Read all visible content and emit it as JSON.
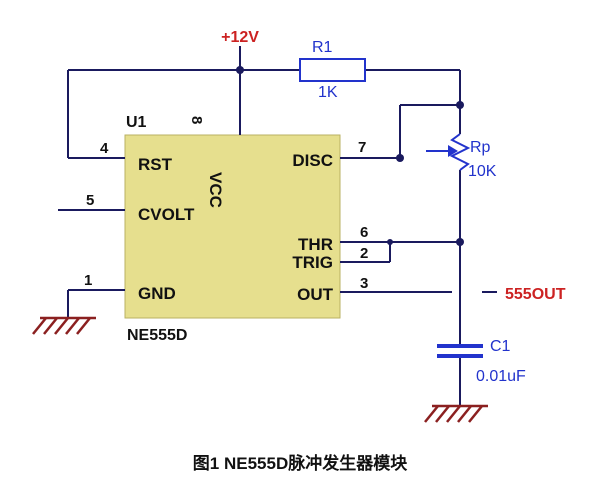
{
  "figure": {
    "caption": "图1 NE555D脉冲发生器模块"
  },
  "colors": {
    "background": "#ffffff",
    "wire": "#1a1a5e",
    "chip": "#e6df8e",
    "chip_border": "#b9b163",
    "blue": "#2233cc",
    "red": "#cc2222",
    "ground": "#8b2020",
    "text": "#111111"
  },
  "power": {
    "label": "+12V"
  },
  "chip": {
    "designator": "U1",
    "part_number": "NE555D",
    "vcc_label": "VCC",
    "pin8_number": "8",
    "pins": {
      "rst": {
        "label": "RST",
        "number": "4"
      },
      "cvolt": {
        "label": "CVOLT",
        "number": "5"
      },
      "gnd": {
        "label": "GND",
        "number": "1"
      },
      "disc": {
        "label": "DISC",
        "number": "7"
      },
      "thr": {
        "label": "THR",
        "number": "6"
      },
      "trig": {
        "label": "TRIG",
        "number": "2"
      },
      "out": {
        "label": "OUT",
        "number": "3"
      }
    }
  },
  "components": {
    "r1": {
      "designator": "R1",
      "value": "1K"
    },
    "rp": {
      "designator": "Rp",
      "value": "10K"
    },
    "c1": {
      "designator": "C1",
      "value": "0.01uF"
    }
  },
  "net_labels": {
    "output": "555OUT"
  }
}
